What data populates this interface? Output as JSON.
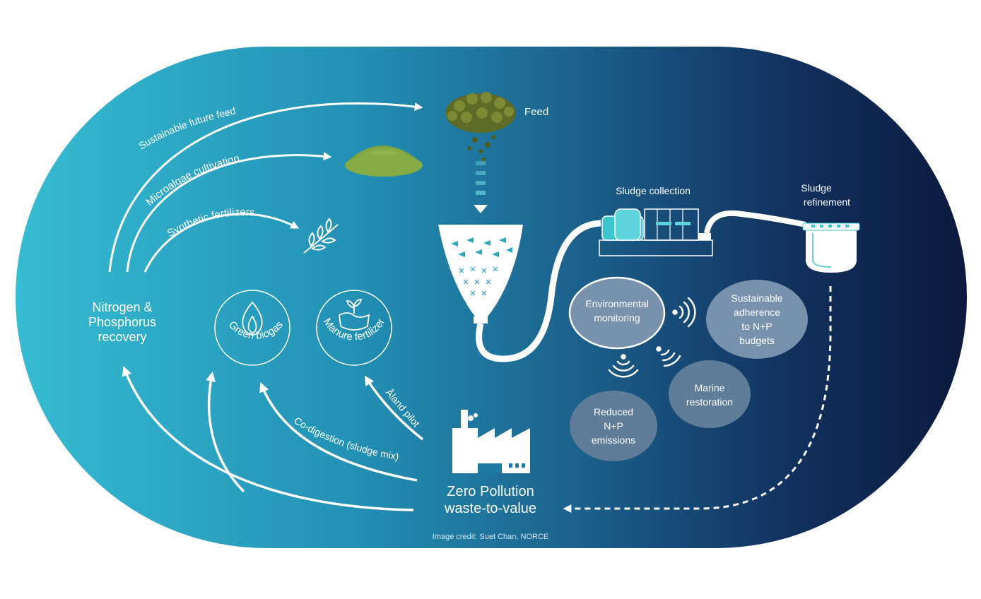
{
  "flow_labels": {
    "sustainable_feed": "Sustainable future feed",
    "microalgae": "Microalgae cultivation",
    "synthetic_fertilizers": "Synthetic fertilizers",
    "co_digestion": "Co-digestion (sludge mix)",
    "aland_pilot": "Åland pilot"
  },
  "nodes": {
    "feed": "Feed",
    "sludge_collection": "Sludge collection",
    "sludge_refinement_1": "Sludge",
    "sludge_refinement_2": "refinement",
    "recovery_1": "Nitrogen &",
    "recovery_2": "Phosphorus",
    "recovery_3": "recovery",
    "zero_pollution_1": "Zero Pollution",
    "zero_pollution_2": "waste-to-value"
  },
  "badges": {
    "green_biogas": "Green biogas",
    "manure_fertilizer": "Manure fertilizer"
  },
  "bubbles": {
    "env_monitoring_1": "Environmental",
    "env_monitoring_2": "monitoring",
    "adherence_1": "Sustainable",
    "adherence_2": "adherence",
    "adherence_3": "to N+P",
    "adherence_4": "budgets",
    "marine_1": "Marine",
    "marine_2": "restoration",
    "reduced_1": "Reduced",
    "reduced_2": "N+P",
    "reduced_3": "emissions"
  },
  "credit": "Image credit: Suet Chan, NORCE",
  "icons": [
    "feed-pellets-icon",
    "microalgae-powder-icon",
    "plant-sprig-icon",
    "fish-cage-icon",
    "sludge-collection-plant-icon",
    "refinement-tank-icon",
    "factory-icon",
    "biogas-flame-icon",
    "manure-sprout-icon",
    "wireless-signal-icon"
  ],
  "colors": {
    "bg_light": "#36bcd2",
    "bg_mid": "#1d6f96",
    "bg_dark": "#0b1a3d",
    "bubble": "#7892ad",
    "accent": "#3cc4cf"
  }
}
